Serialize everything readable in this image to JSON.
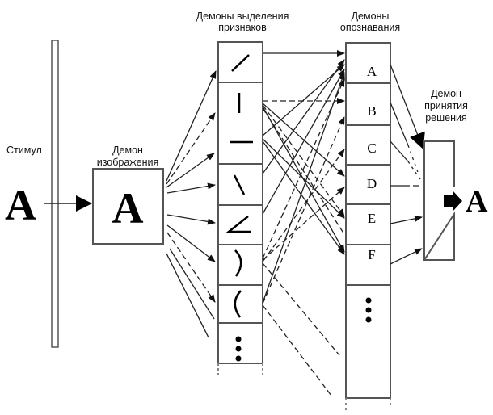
{
  "labels": {
    "stimulus": "Стимул",
    "image_demon_line1": "Демон",
    "image_demon_line2": "изображения",
    "feature_demons_line1": "Демоны выделения",
    "feature_demons_line2": "признаков",
    "recognition_demons_line1": "Демоны",
    "recognition_demons_line2": "опознавания",
    "decision_demon_line1": "Демон",
    "decision_demon_line2": "принятия",
    "decision_demon_line3": "решения"
  },
  "stimulus_letter": "A",
  "image_letter": "A",
  "output_letter": "A",
  "feature_cells": [
    {
      "name": "diagonal-up",
      "glyph": "/"
    },
    {
      "name": "vertical-and-horizontal",
      "glyph": "| —"
    },
    {
      "name": "diagonal-down",
      "glyph": "\\"
    },
    {
      "name": "angle",
      "glyph": "∠"
    },
    {
      "name": "right-curve",
      "glyph": ")"
    },
    {
      "name": "left-curve",
      "glyph": "("
    },
    {
      "name": "more",
      "glyph": "⋮"
    }
  ],
  "recognition_cells": [
    "A",
    "B",
    "C",
    "D",
    "E",
    "F"
  ],
  "recognition_more": "⋮"
}
